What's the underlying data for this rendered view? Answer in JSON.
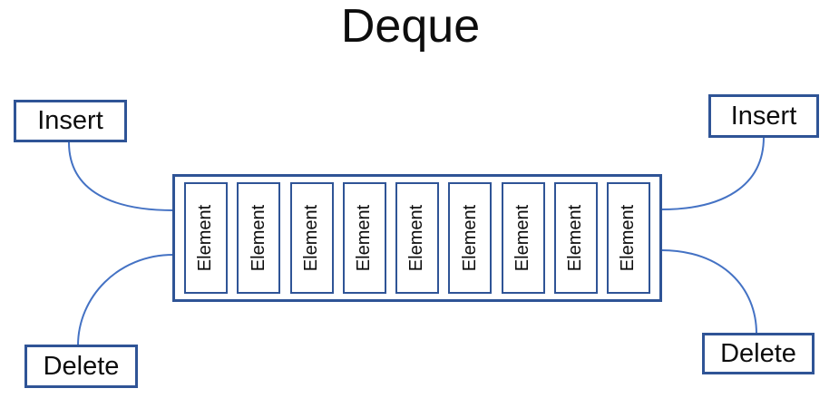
{
  "title": "Deque",
  "colors": {
    "border": "#2F5496",
    "connector": "#4472C4",
    "text": "#0d0d0d",
    "background": "#ffffff"
  },
  "nodes": {
    "insert_left": {
      "label": "Insert"
    },
    "insert_right": {
      "label": "Insert"
    },
    "delete_left": {
      "label": "Delete"
    },
    "delete_right": {
      "label": "Delete"
    }
  },
  "deque": {
    "elements": [
      "Element",
      "Element",
      "Element",
      "Element",
      "Element",
      "Element",
      "Element",
      "Element",
      "Element"
    ]
  }
}
